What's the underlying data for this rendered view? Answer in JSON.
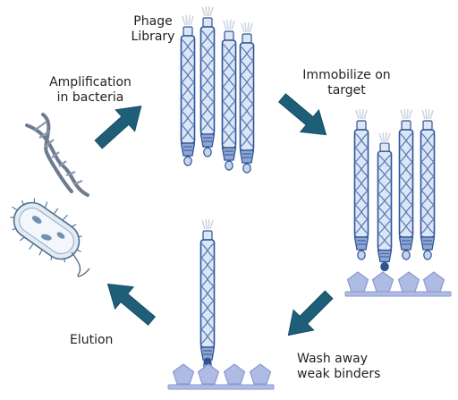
{
  "labels": {
    "library": [
      "Phage",
      "Library"
    ],
    "immobilize": [
      "Immobilize on",
      "target"
    ],
    "wash": [
      "Wash away",
      "weak binders"
    ],
    "elution": "Elution",
    "amplification": [
      "Amplification",
      "in bacteria"
    ]
  },
  "colors": {
    "phage_outline": "#2e5396",
    "phage_fill": "#dde6f4",
    "phage_braid": "#5a7fbe",
    "target": "#aebbe2",
    "target_edge": "#8d9ad0",
    "arrow": "#1f5e78",
    "dna": "#6c7b8f",
    "bacterium_fill": "#e1ebf4",
    "bacterium_edge": "#4e6e8c"
  },
  "icons": [
    "curved-arrow-icon",
    "dna-helix-icon",
    "bacterium-icon",
    "bacteriophage-icon",
    "target-protein-icon"
  ]
}
